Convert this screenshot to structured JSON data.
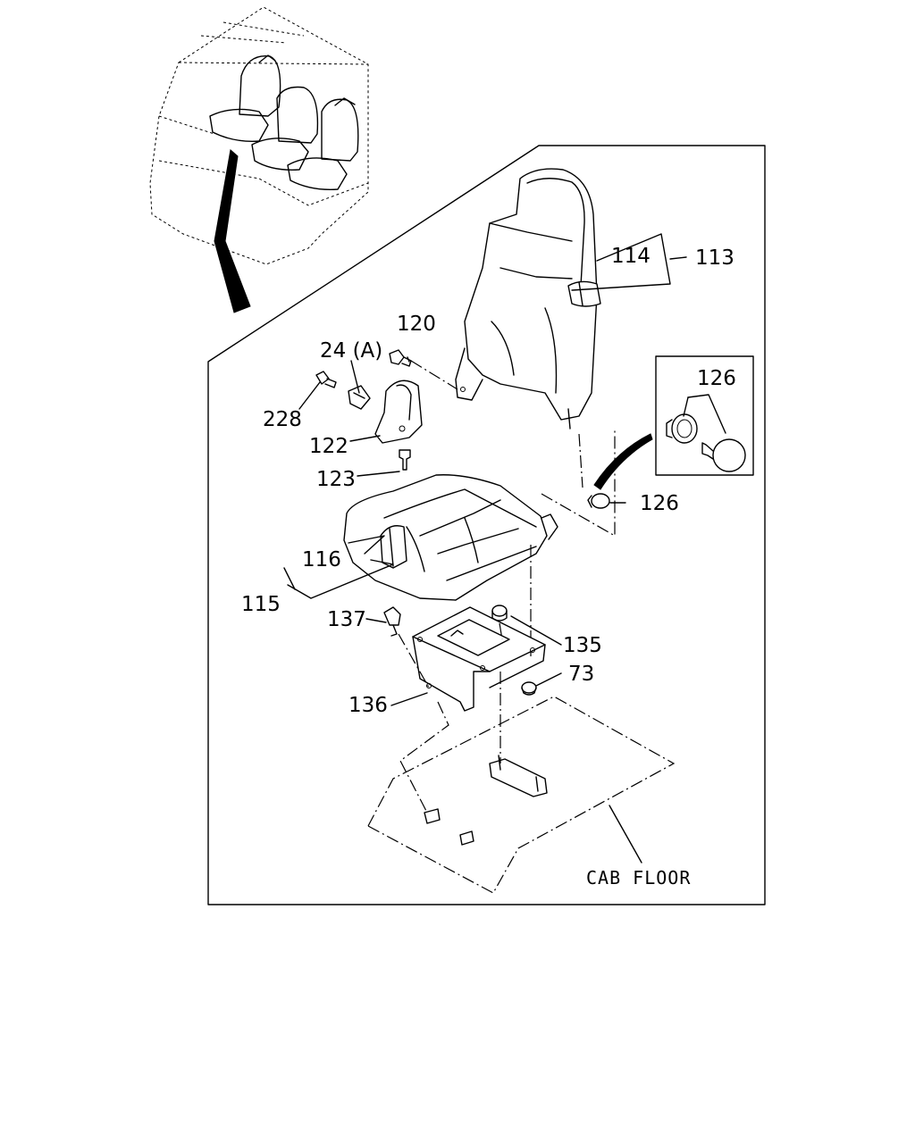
{
  "callouts": {
    "c113": "113",
    "c114": "114",
    "c120": "120",
    "c24a": "24 (A)",
    "c228": "228",
    "c122": "122",
    "c123": "123",
    "c126_inset": "126",
    "c126": "126",
    "c116": "116",
    "c115": "115",
    "c137": "137",
    "c135": "135",
    "c73": "73",
    "c136": "136"
  },
  "captions": {
    "cab_floor": "CAB FLOOR"
  }
}
